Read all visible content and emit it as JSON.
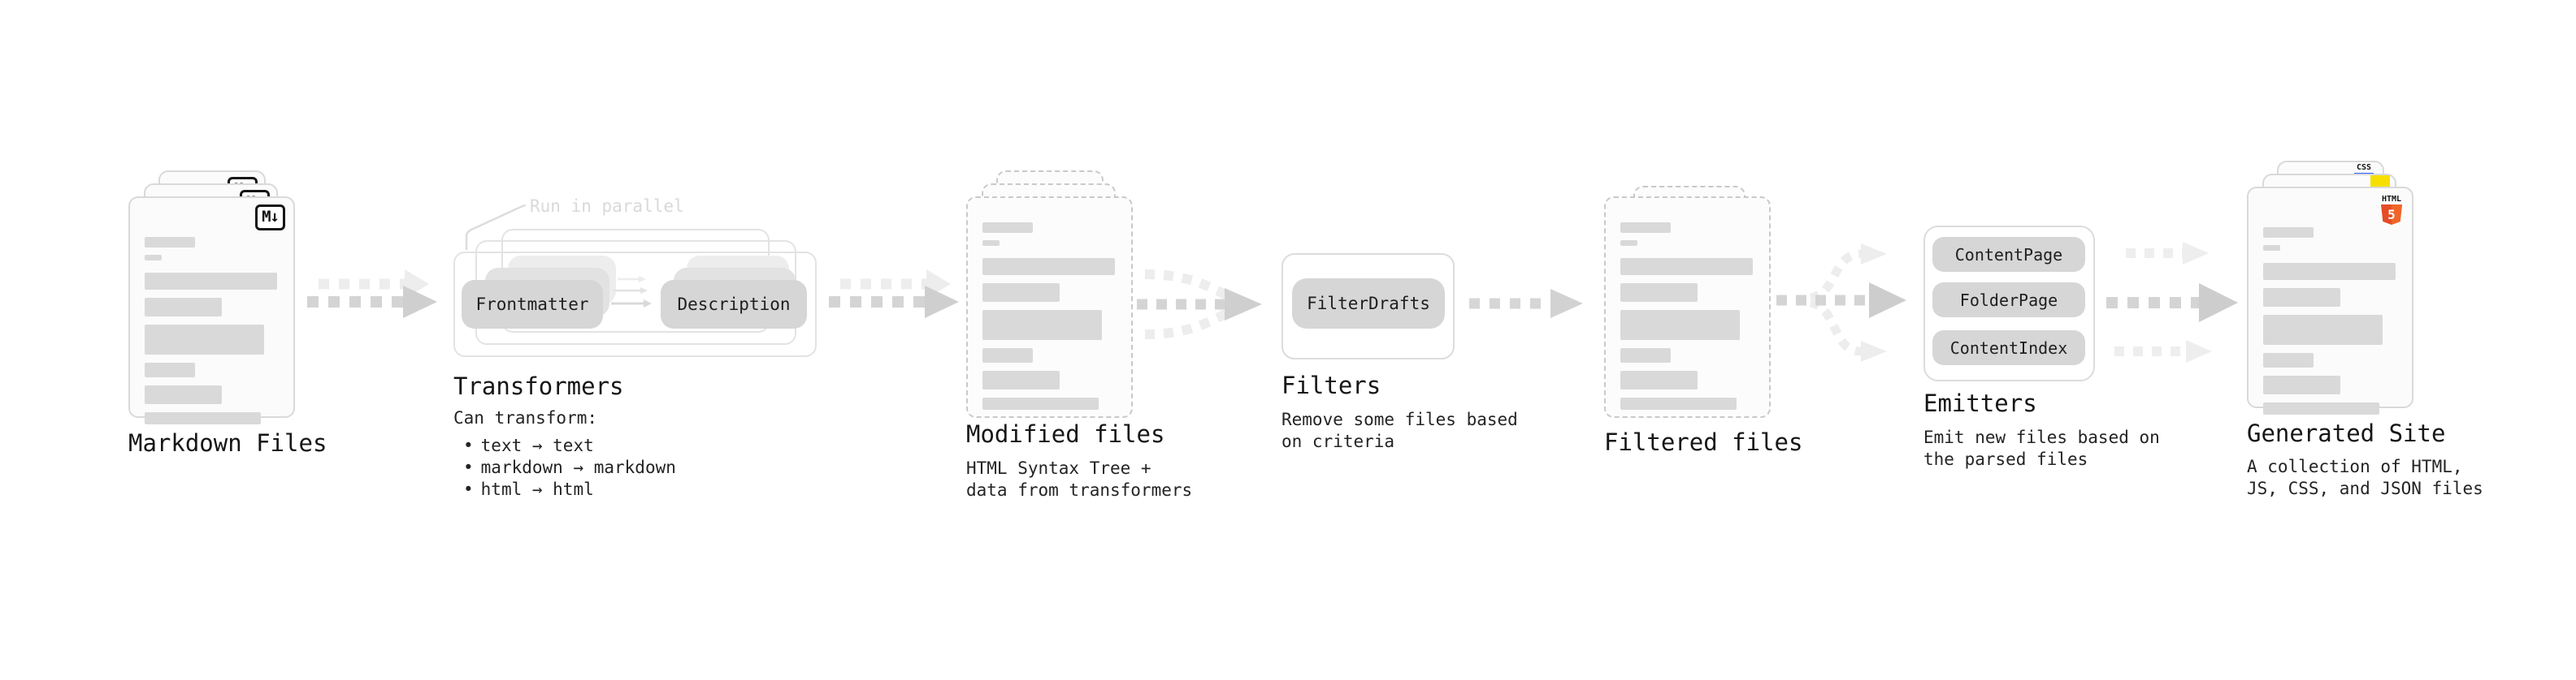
{
  "nodes": {
    "markdown": {
      "label": "Markdown Files",
      "icon_text": "M↓"
    },
    "transformers": {
      "heading": "Transformers",
      "annotation": "Run in parallel",
      "chip_left": "Frontmatter",
      "chip_right": "Description",
      "desc_title": "Can transform:",
      "bullet_char": "•",
      "bullets": [
        "text → text",
        "markdown → markdown",
        "html → html"
      ]
    },
    "modified": {
      "label": "Modified files",
      "desc_lines": [
        "HTML Syntax Tree +",
        "data from transformers"
      ]
    },
    "filters": {
      "heading": "Filters",
      "chip": "FilterDrafts",
      "desc_lines": [
        "Remove some files based",
        "on criteria"
      ]
    },
    "filtered": {
      "label": "Filtered files"
    },
    "emitters": {
      "heading": "Emitters",
      "chips": [
        "ContentPage",
        "FolderPage",
        "ContentIndex"
      ],
      "desc_lines": [
        "Emit new files based on",
        "the parsed files"
      ]
    },
    "generated": {
      "label": "Generated Site",
      "desc_lines": [
        "A collection of HTML,",
        "JS, CSS, and JSON files"
      ],
      "html5_icon_top": "HTML",
      "html5_icon_num": "5",
      "css_icon_text": "CSS"
    }
  },
  "colors": {
    "html5_orange": "#e44d26",
    "html5_orange_light": "#f16529",
    "js_yellow": "#f7df00",
    "css_blue": "#2962ff",
    "chip_gray": "#d6d6d6",
    "bar_gray": "#d9d9d9",
    "arrow_dark": "#d4d4d4",
    "arrow_light": "#ededed",
    "annotation_gray": "#d9d9d9"
  }
}
